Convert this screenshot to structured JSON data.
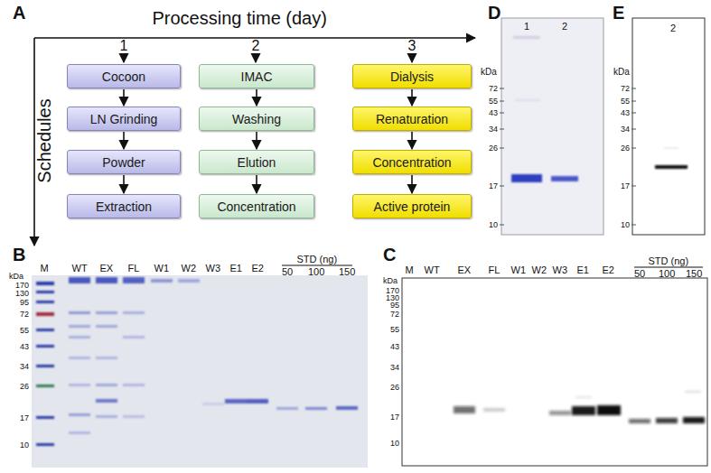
{
  "diagram": {
    "nodes": [
      {
        "text": [
          "Cocoon"
        ]
      },
      {
        "text": [
          "LN Grinding"
        ]
      },
      {
        "text": [
          "Powder"
        ]
      },
      {
        "text": [
          "Extraction"
        ]
      },
      {
        "text": [
          "IMAC"
        ]
      },
      {
        "text": [
          "Washing"
        ]
      },
      {
        "text": [
          "Elution"
        ]
      },
      {
        "text": [
          "Concentration"
        ]
      },
      {
        "text": [
          "Dialysis"
        ]
      },
      {
        "text": [
          "Renaturation"
        ]
      },
      {
        "text": [
          "Concentration"
        ]
      },
      {
        "text": [
          "Active protein"
        ]
      }
    ],
    "edges": [
      {
        "from": 0,
        "to": 1,
        "arrow": "to"
      },
      {
        "from": 1,
        "to": 2,
        "arrow": "to"
      },
      {
        "from": 2,
        "to": 3,
        "arrow": "to"
      },
      {
        "from": 4,
        "to": 5,
        "arrow": "to"
      },
      {
        "from": 5,
        "to": 6,
        "arrow": "to"
      },
      {
        "from": 6,
        "to": 7,
        "arrow": "to"
      },
      {
        "from": 8,
        "to": 9,
        "arrow": "to"
      },
      {
        "from": 9,
        "to": 10,
        "arrow": "to"
      },
      {
        "from": 10,
        "to": 11,
        "arrow": "to"
      }
    ],
    "labels": [
      "A",
      "Processing time (day)",
      "1",
      "2",
      "3",
      "Schedules",
      "D",
      "1",
      "2",
      "kDa",
      "72",
      "55",
      "43",
      "34",
      "26",
      "17",
      "10",
      "E",
      "2",
      "kDa",
      "72",
      "55",
      "43",
      "34",
      "26",
      "17",
      "10",
      "B",
      "kDa",
      "170",
      "130",
      "95",
      "72",
      "55",
      "43",
      "34",
      "26",
      "17",
      "10",
      "M",
      "WT",
      "EX",
      "FL",
      "W1",
      "W2",
      "W3",
      "E1",
      "E2",
      "STD (ng)",
      "50",
      "100",
      "150",
      "C",
      "kDa",
      "170",
      "130",
      "95",
      "72",
      "55",
      "43",
      "34",
      "26",
      "17",
      "10",
      "M",
      "WT",
      "EX",
      "FL",
      "W1",
      "W2",
      "W3",
      "E1",
      "E2",
      "STD (ng)",
      "50",
      "100",
      "150"
    ]
  }
}
